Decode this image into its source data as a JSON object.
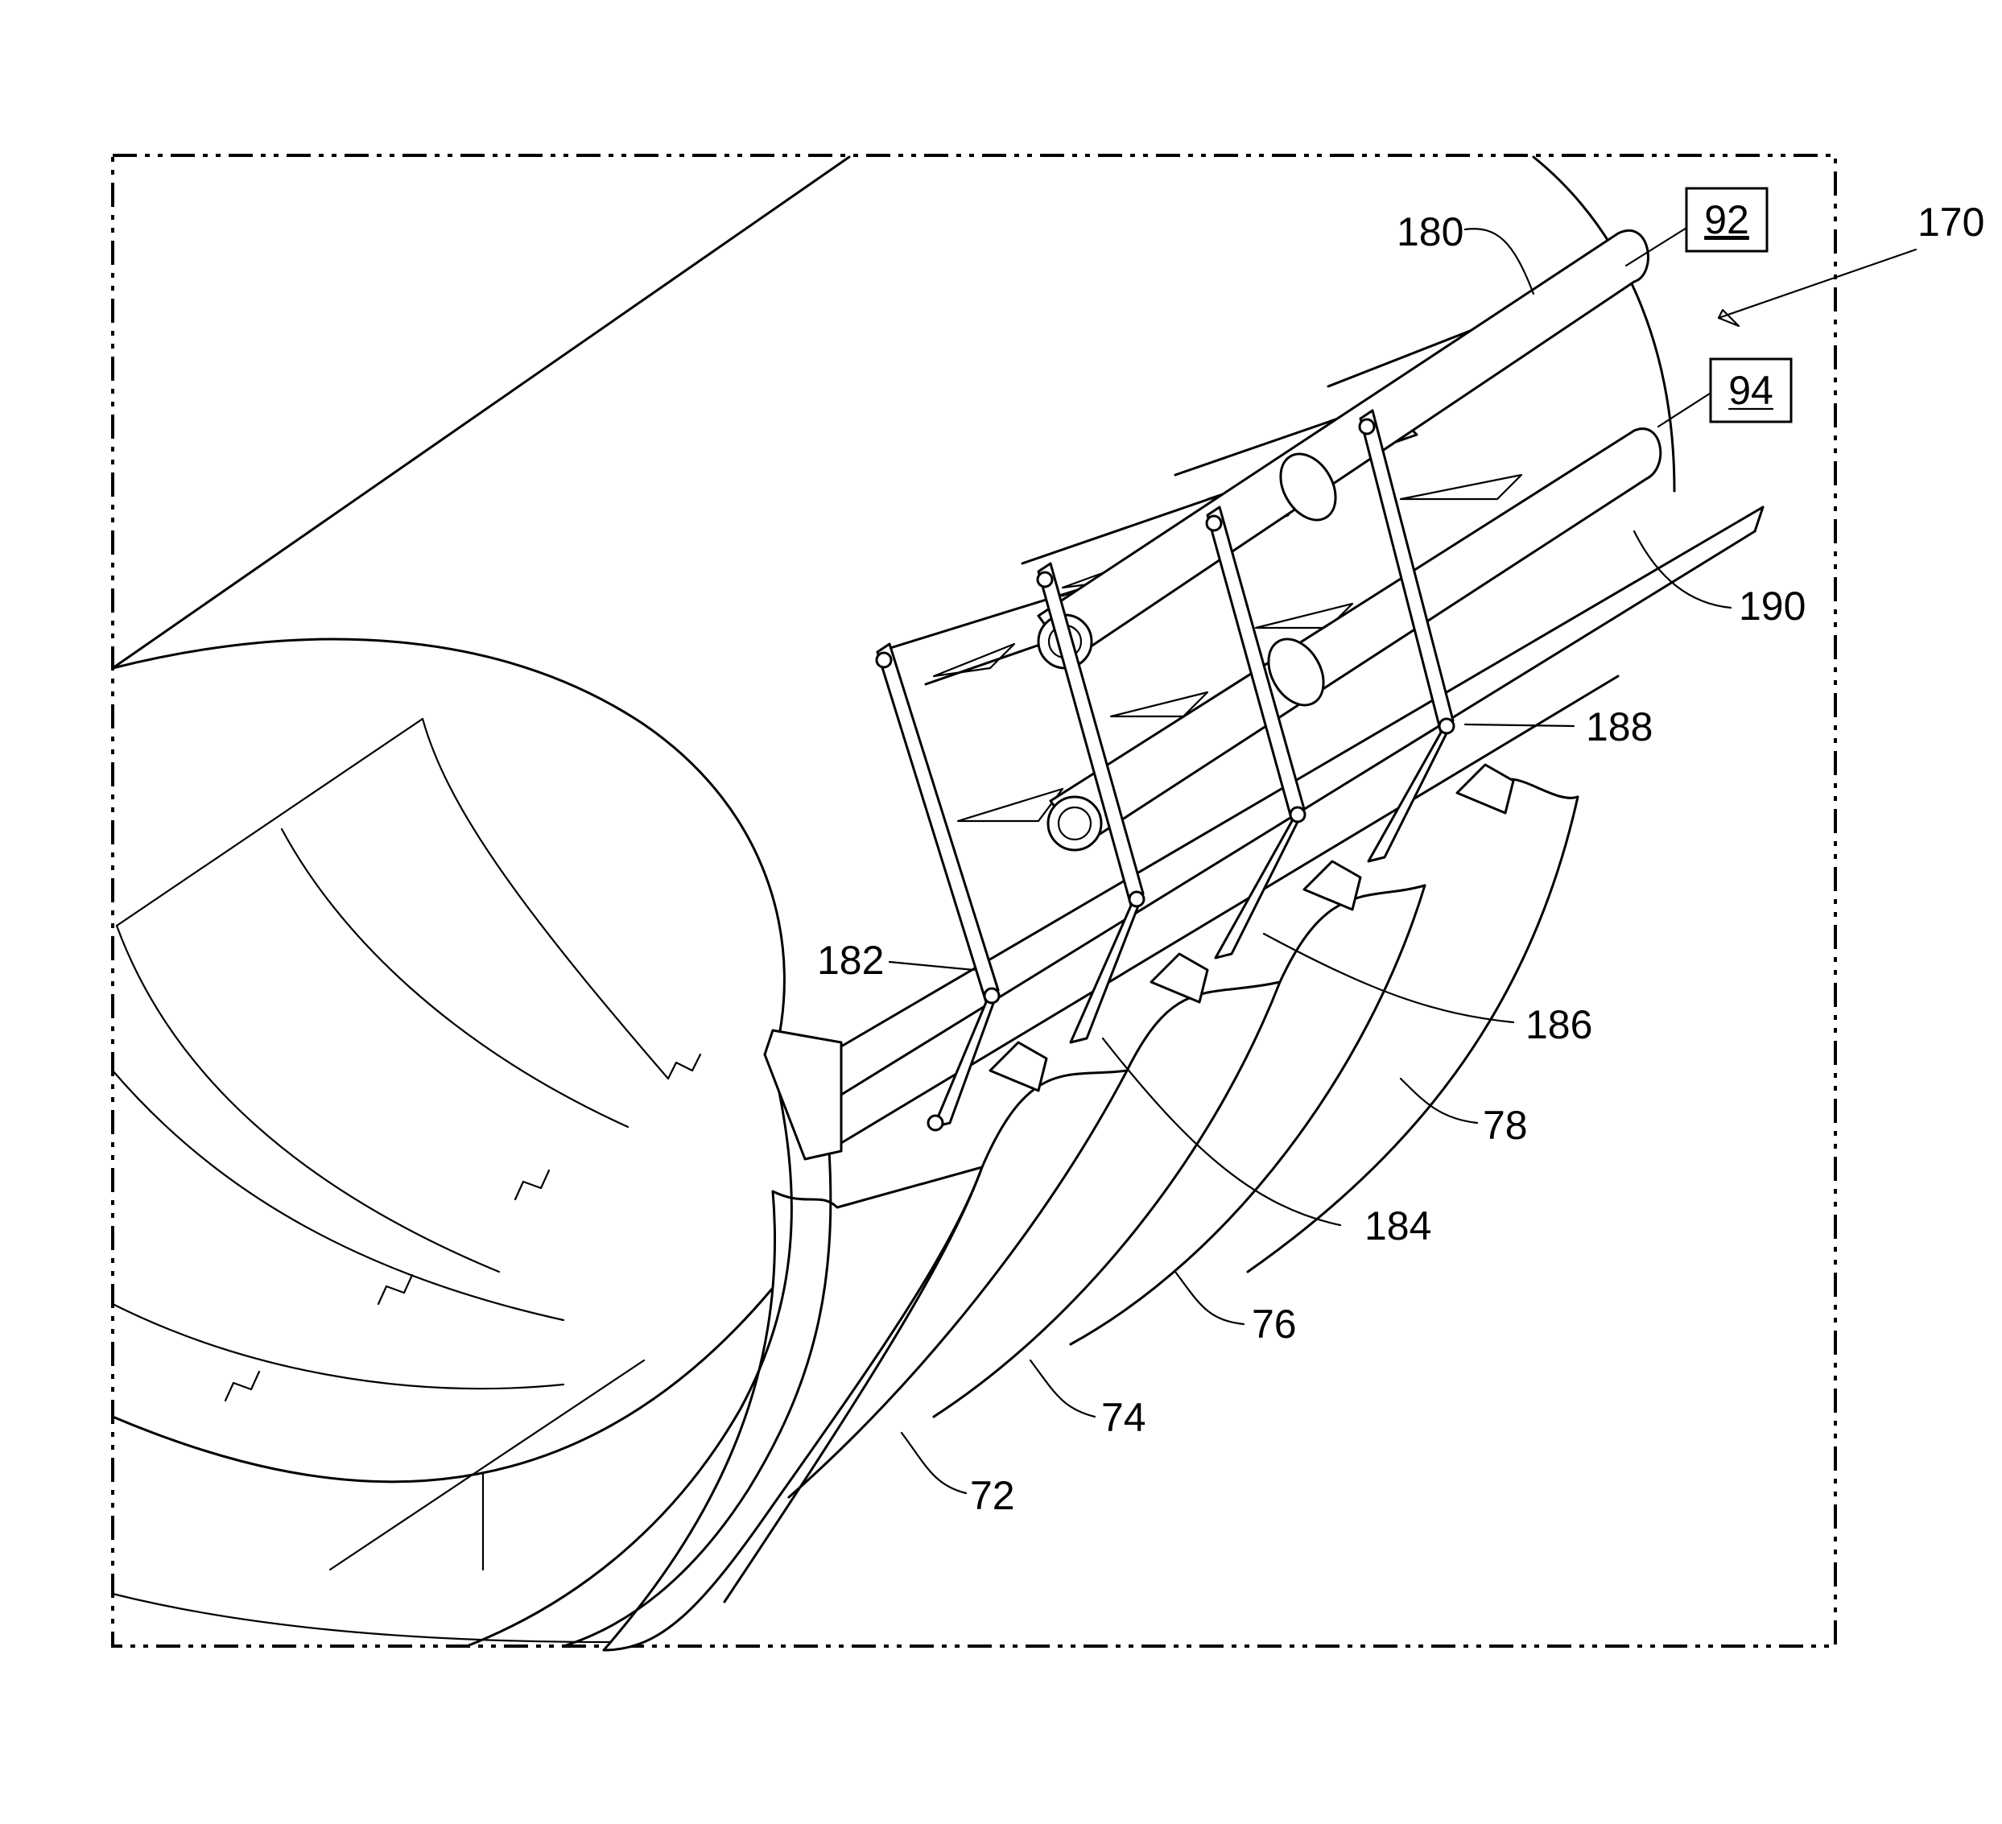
{
  "figure": {
    "reference_labels": [
      {
        "id": "170",
        "text": "170"
      },
      {
        "id": "180",
        "text": "180"
      },
      {
        "id": "182",
        "text": "182"
      },
      {
        "id": "184",
        "text": "184"
      },
      {
        "id": "186",
        "text": "186"
      },
      {
        "id": "188",
        "text": "188"
      },
      {
        "id": "190",
        "text": "190"
      },
      {
        "id": "72",
        "text": "72"
      },
      {
        "id": "74",
        "text": "74"
      },
      {
        "id": "76",
        "text": "76"
      },
      {
        "id": "78",
        "text": "78"
      }
    ],
    "boxed_labels": [
      {
        "id": "92",
        "text": "92"
      },
      {
        "id": "94",
        "text": "94"
      }
    ]
  }
}
